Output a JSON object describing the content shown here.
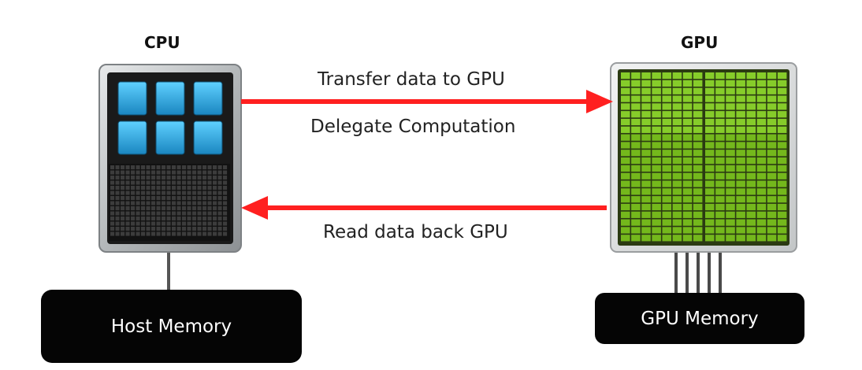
{
  "cpu": {
    "title": "CPU"
  },
  "gpu": {
    "title": "GPU"
  },
  "arrows": {
    "transfer_label": "Transfer data to GPU",
    "delegate_label": "Delegate Computation",
    "read_label": "Read data back GPU"
  },
  "memory": {
    "host_label": "Host Memory",
    "gpu_label": "GPU Memory"
  },
  "colors": {
    "arrow": "#ff2020",
    "cpu_core": "#2ab0e8",
    "gpu_core": "#7bc41a",
    "memory_box": "#050505",
    "chip_frame": "#b9bcbe"
  }
}
